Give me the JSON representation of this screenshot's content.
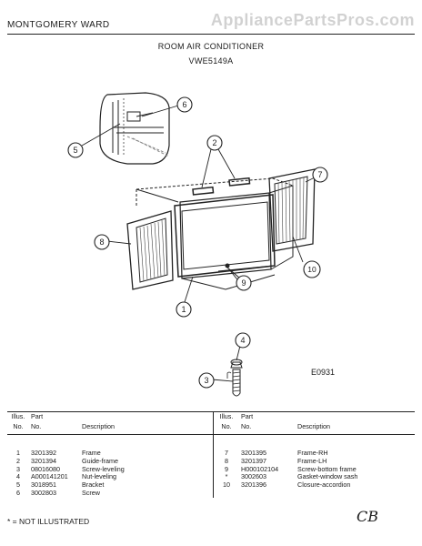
{
  "header": {
    "brand": "MONTGOMERY WARD",
    "product": "ROOM AIR CONDITIONER",
    "model": "VWE5149A",
    "watermark": "AppliancePartsPros.com"
  },
  "diagram": {
    "code": "E0931",
    "callouts": [
      "1",
      "2",
      "3",
      "4",
      "5",
      "6",
      "7",
      "8",
      "9",
      "10"
    ]
  },
  "table": {
    "headers": {
      "illus_line1": "Illus.",
      "illus_line2": "No.",
      "part_line1": "Part",
      "part_line2": "No.",
      "description": "Description"
    },
    "left": [
      {
        "no": "1",
        "part": "3201392",
        "desc": "Frame"
      },
      {
        "no": "2",
        "part": "3201394",
        "desc": "Guide-frame"
      },
      {
        "no": "3",
        "part": "08016080",
        "desc": "Screw-leveling"
      },
      {
        "no": "4",
        "part": "A000141201",
        "desc": "Nut-leveling"
      },
      {
        "no": "5",
        "part": "3018951",
        "desc": "Bracket"
      },
      {
        "no": "6",
        "part": "3002803",
        "desc": "Screw"
      }
    ],
    "right": [
      {
        "no": "7",
        "part": "3201395",
        "desc": "Frame-RH"
      },
      {
        "no": "8",
        "part": "3201397",
        "desc": "Frame-LH"
      },
      {
        "no": "9",
        "part": "H000102104",
        "desc": "Screw-bottom frame"
      },
      {
        "no": "*",
        "part": "3002603",
        "desc": "Gasket-window sash"
      },
      {
        "no": "10",
        "part": "3201396",
        "desc": "Closure-accordion"
      }
    ]
  },
  "footnote": "* = NOT ILLUSTRATED",
  "initials": "CB"
}
